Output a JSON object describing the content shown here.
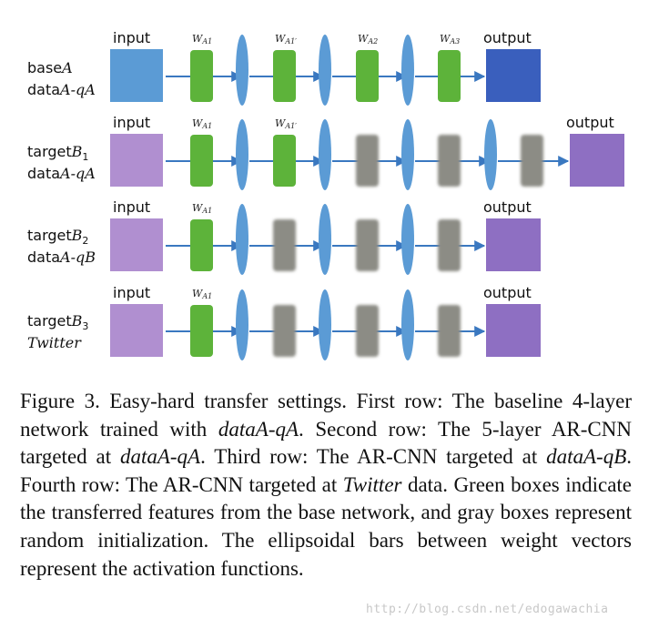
{
  "diagram": {
    "rows": [
      {
        "id": "base",
        "label_line1": "base",
        "label_line1_var": "A",
        "label_line2": "data",
        "label_line2_var": "A-qA",
        "input_label": "input",
        "output_label": "output",
        "input_color": "#5b9bd5",
        "output_color": "#3a5fbd",
        "weights": [
          "W_A1",
          "W_A1'",
          "W_A2",
          "W_A3"
        ],
        "layers": [
          "green",
          "green",
          "green",
          "green"
        ]
      },
      {
        "id": "targetB1",
        "label_line1": "target",
        "label_line1_var": "B",
        "label_line1_sub": "1",
        "label_line2": "data",
        "label_line2_var": "A-qA",
        "input_label": "input",
        "output_label": "output",
        "input_color": "#b08fd0",
        "output_color": "#8e6fc2",
        "weights": [
          "W_A1",
          "W_A1'"
        ],
        "layers": [
          "green",
          "green",
          "gray",
          "gray",
          "gray"
        ]
      },
      {
        "id": "targetB2",
        "label_line1": "target",
        "label_line1_var": "B",
        "label_line1_sub": "2",
        "label_line2": "data",
        "label_line2_var": "A-qB",
        "input_label": "input",
        "output_label": "output",
        "input_color": "#b08fd0",
        "output_color": "#8e6fc2",
        "weights": [
          "W_A1"
        ],
        "layers": [
          "green",
          "gray",
          "gray",
          "gray"
        ]
      },
      {
        "id": "targetB3",
        "label_line1": "target",
        "label_line1_var": "B",
        "label_line1_sub": "3",
        "label_line2": "Twitter",
        "label_line2_var": "",
        "input_label": "input",
        "output_label": "output",
        "input_color": "#b08fd0",
        "output_color": "#8e6fc2",
        "weights": [
          "W_A1"
        ],
        "layers": [
          "green",
          "gray",
          "gray",
          "gray"
        ]
      }
    ],
    "colors": {
      "green": "#5db33a",
      "gray": "#8c8c85",
      "ellipse": "#5b9bd5",
      "arrow": "#3a78c0"
    }
  },
  "caption": {
    "p1": "Figure 3. Easy-hard transfer settings. First row: The baseline 4-layer network trained with ",
    "i1": "dataA-qA",
    "p2": ". Second row: The 5-layer AR-CNN targeted at ",
    "i2": "dataA-qA",
    "p3": ". Third row: The AR-CNN targeted at ",
    "i3": "dataA-qB",
    "p4": ". Fourth row: The AR-CNN targeted at ",
    "i4": "Twitter",
    "p5": " data. Green boxes indicate the transferred features from the base network, and gray boxes represent random initialization. The ellipsoidal bars between weight vectors represent the activation functions."
  },
  "watermark": "http://blog.csdn.net/edogawachia"
}
